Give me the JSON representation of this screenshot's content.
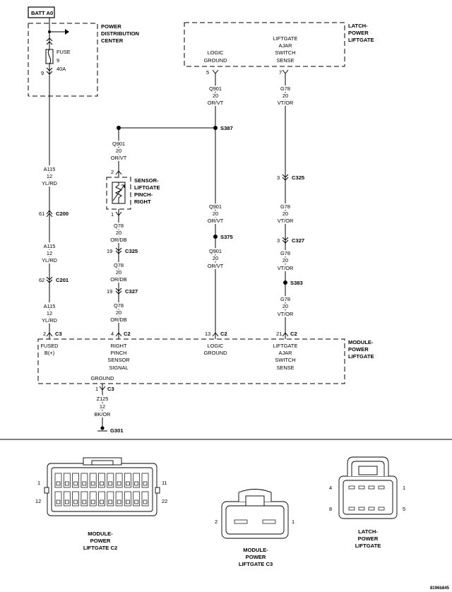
{
  "source_label": "BATT A0",
  "pdc": {
    "title": [
      "POWER",
      "DISTRIBUTION",
      "CENTER"
    ],
    "fuse_label": "FUSE",
    "fuse_num": "9",
    "fuse_rating": "40A",
    "cavity": "9"
  },
  "latch_top": {
    "title": [
      "LATCH-",
      "POWER",
      "LIFTGATE"
    ],
    "pin_a_label": [
      "LOGIC",
      "GROUND"
    ],
    "pin_b_label": [
      "LIFTGATE",
      "AJAR",
      "SWITCH",
      "SENSE"
    ],
    "pin_a_cavity": "5",
    "pin_b_cavity": "7"
  },
  "wires": {
    "a115": [
      "A115",
      "12",
      "YL/RD"
    ],
    "q901": [
      "Q901",
      "20",
      "OR/VT"
    ],
    "g78": [
      "G78",
      "20",
      "VT/OR"
    ],
    "q78": [
      "Q78",
      "20",
      "OR/DB"
    ],
    "z125": [
      "Z125",
      "12",
      "BK/OR"
    ]
  },
  "splices": {
    "s387": "S387",
    "s375": "S375",
    "s383": "S383"
  },
  "connectors": {
    "c200": "C200",
    "c201": "C201",
    "c325": "C325",
    "c327": "C327",
    "c3": "C3",
    "c2": "C2",
    "c200_cav": "61",
    "c201_cav": "62",
    "c325_cav_left": "19",
    "c327_cav_left": "19",
    "c325_cav_right": "3",
    "c327_cav_right": "3",
    "sensor_cav_top": "2",
    "sensor_cav_bottom": "1",
    "mod_c3_cav": "2",
    "mod_c2_cav_a": "4",
    "mod_c2_cav_b": "13",
    "mod_c2_cav_c": "21",
    "ground_cav": "1"
  },
  "sensor": {
    "title": [
      "SENSOR-",
      "LIFTGATE",
      "PINCH-",
      "RIGHT"
    ]
  },
  "module": {
    "title": [
      "MODULE-",
      "POWER",
      "LIFTGATE"
    ],
    "fused_label": [
      "FUSED",
      "B(+)"
    ],
    "pinch_label": [
      "RIGHT",
      "PINCH",
      "SENSOR",
      "SIGNAL"
    ],
    "logic_label": [
      "LOGIC",
      "GROUND"
    ],
    "ajar_label": [
      "LIFTGATE",
      "AJAR",
      "SWITCH",
      "SENSE"
    ],
    "ground_label": "GROUND"
  },
  "ground": "G301",
  "views": {
    "c2_title": [
      "MODULE-",
      "POWER",
      "LIFTGATE C2"
    ],
    "c2_pins": {
      "tl": "1",
      "tr": "11",
      "bl": "12",
      "br": "22"
    },
    "c3_title": [
      "MODULE-",
      "POWER",
      "LIFTGATE C3"
    ],
    "c3_pins": {
      "left": "2",
      "right": "1"
    },
    "latch_title": [
      "LATCH-",
      "POWER",
      "LIFTGATE"
    ],
    "latch_pins": {
      "tl": "4",
      "tr": "1",
      "bl": "8",
      "br": "5"
    }
  },
  "figure_id": "8196b845"
}
